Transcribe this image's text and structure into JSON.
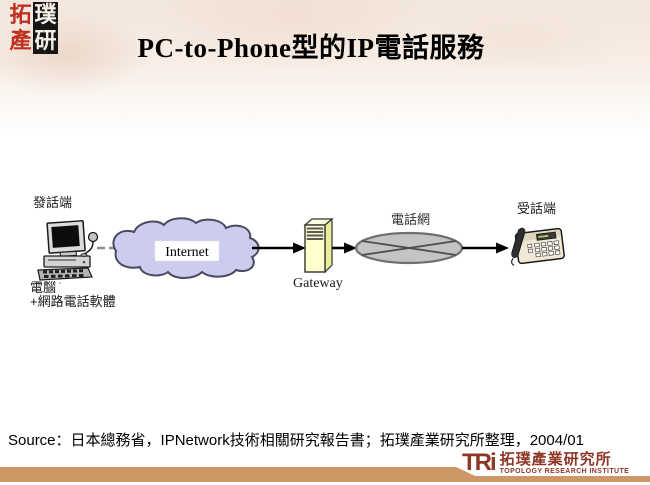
{
  "slide": {
    "title": "PC-to-Phone型的IP電話服務",
    "source_line": "Source：日本總務省，IPNetwork技術相關研究報告書；拓璞產業研究所整理，2004/01"
  },
  "corner_logo": {
    "chars": [
      "拓",
      "璞",
      "產",
      "研"
    ]
  },
  "diagram": {
    "caller_label": "發話端",
    "caller_device_line1": "電腦",
    "caller_device_line2": "+網路電話軟體",
    "internet_label": "Internet",
    "gateway_label": "Gateway",
    "phone_network_label": "電話網",
    "callee_label": "受話端"
  },
  "footer_logo": {
    "tri": "TRi",
    "name_cn": "拓璞產業研究所",
    "name_en": "TOPOLOGY RESEARCH INSTITUTE"
  },
  "colors": {
    "accent-red": "#8f3627",
    "logo-red": "#c03020",
    "band-tan": "#cc9868",
    "cloud-lavender": "#ccccee",
    "gateway-yellow": "#ffffcc",
    "network-gray": "#c4c4c4"
  }
}
